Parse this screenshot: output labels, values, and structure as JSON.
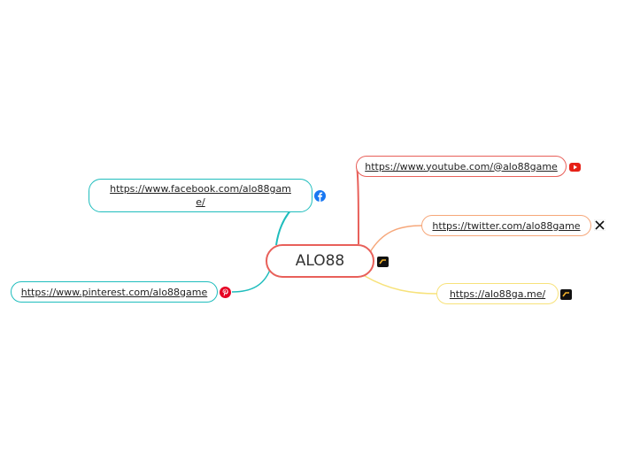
{
  "mindmap": {
    "root": {
      "label": "ALO88"
    },
    "branches": [
      {
        "id": "youtube",
        "label": "https://www.youtube.com/@alo88game",
        "icon": "youtube-icon",
        "color": "#e8605a"
      },
      {
        "id": "twitter",
        "label": "https://twitter.com/alo88game",
        "icon": "x-twitter-icon",
        "color": "#f6a77a"
      },
      {
        "id": "site",
        "label": "https://alo88ga.me/",
        "icon": "alo88-logo-icon",
        "color": "#f7e27a"
      },
      {
        "id": "facebook",
        "label": "https://www.facebook.com/alo88game/",
        "icon": "facebook-icon",
        "color": "#1fbdbd"
      },
      {
        "id": "pinterest",
        "label": "https://www.pinterest.com/alo88game",
        "icon": "pinterest-icon",
        "color": "#1fbdbd"
      }
    ]
  }
}
